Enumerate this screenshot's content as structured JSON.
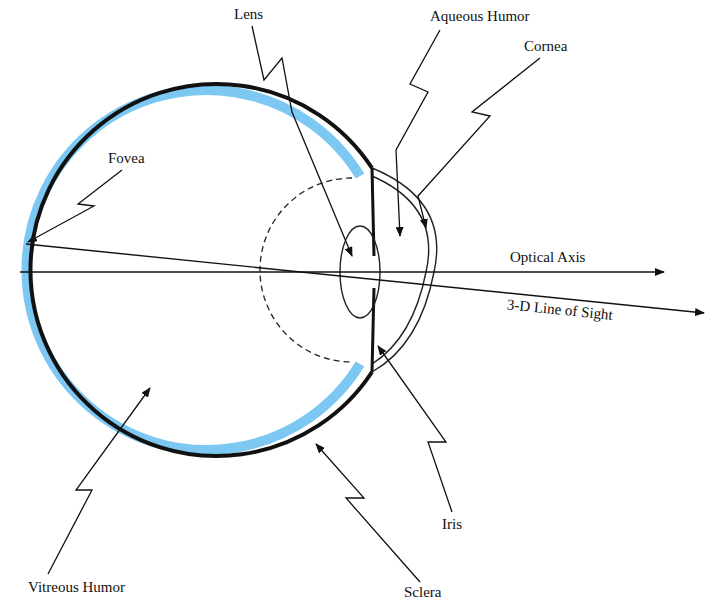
{
  "diagram": {
    "labels": [
      "Lens",
      "Aqueous Humor",
      "Cornea",
      "Fovea",
      "Optical Axis",
      "3-D Line of Sight",
      "Iris",
      "Vitreous Humor",
      "Sclera"
    ]
  }
}
